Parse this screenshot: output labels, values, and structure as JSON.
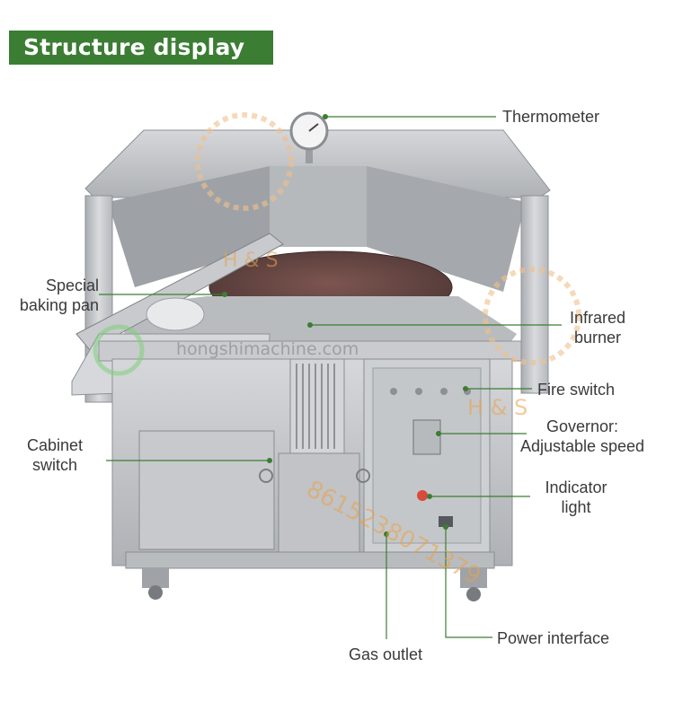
{
  "title": "Structure display",
  "labels": {
    "thermometer": "Thermometer",
    "baking_pan_1": "Special",
    "baking_pan_2": "baking pan",
    "infrared_1": "Infrared",
    "infrared_2": "burner",
    "fire_switch": "Fire switch",
    "governor_1": "Governor:",
    "governor_2": "Adjustable speed",
    "cabinet_1": "Cabinet",
    "cabinet_2": "switch",
    "indicator_1": "Indicator",
    "indicator_2": "light",
    "power": "Power interface",
    "gas": "Gas outlet"
  },
  "watermark": {
    "site": "hongshimachine.com",
    "logo": "H & S",
    "phone": "8615238071379"
  },
  "colors": {
    "banner": "#3b7d33",
    "leader_line": "#3b7d33",
    "label_text": "#3a3a3a",
    "steel": "#c4c6c9",
    "pan": "#6b4a45"
  }
}
